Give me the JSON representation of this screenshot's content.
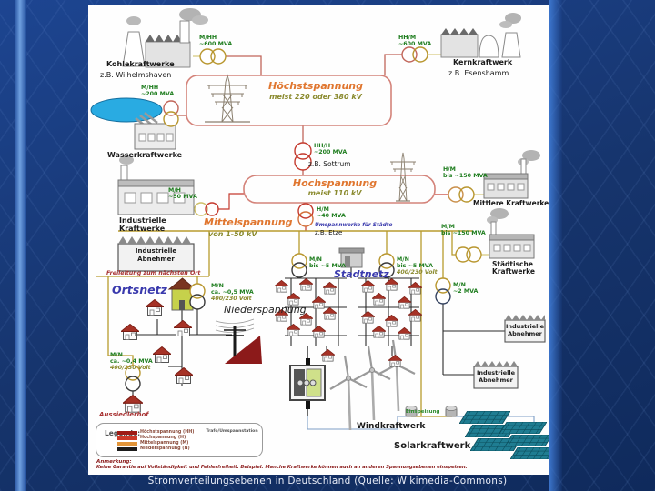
{
  "caption": "Stromverteilungsebenen in Deutschland (Quelle: Wikimedia-Commons)",
  "levels": {
    "hoechstspannung": {
      "title": "Höchstspannung",
      "subtitle": "meist 220 oder 380 kV"
    },
    "hochspannung": {
      "title": "Hochspannung",
      "subtitle": "meist 110 kV"
    },
    "mittelspannung": {
      "title": "Mittelspannung",
      "subtitle": "von 1-50 kV"
    },
    "niederspannung": {
      "title": "Niederspannung"
    }
  },
  "plants": {
    "kohle": {
      "name": "Kohlekraftwerke",
      "example": "z.B. Wilhelmshaven"
    },
    "kern": {
      "name": "Kernkraftwerk",
      "example": "z.B. Esenshamm"
    },
    "wasser": {
      "name": "Wasserkraftwerke"
    },
    "industrielle": {
      "line1": "Industrielle",
      "line2": "Kraftwerke"
    },
    "mittlere": {
      "name": "Mittlere Kraftwerke"
    },
    "staedtische": {
      "line1": "Städtische",
      "line2": "Kraftwerke"
    },
    "wind": {
      "name": "Windkraftwerk"
    },
    "solar": {
      "name": "Solarkraftwerk"
    }
  },
  "consumers": {
    "industrielle_abnehmer": {
      "line1": "Industrielle",
      "line2": "Abnehmer"
    }
  },
  "transformers": {
    "kohle": {
      "ratio": "M/HH",
      "power": "~600 MVA"
    },
    "kern": {
      "ratio": "HH/M",
      "power": "~600 MVA"
    },
    "wasser": {
      "ratio": "M/HH",
      "power": "~200 MVA"
    },
    "sottrum": {
      "ratio": "HH/H",
      "power": "~200 MVA",
      "example": "z.B. Sottrum"
    },
    "industrielle": {
      "ratio": "M/H",
      "power": "~50 MVA"
    },
    "mittlere": {
      "ratio": "H/M",
      "power": "bis ~150 MVA"
    },
    "etze": {
      "ratio": "H/M",
      "power": "~40 MVA",
      "note": "Umspannwerke für Städte",
      "example": "z.B. Etze"
    },
    "staedtische": {
      "ratio": "M/M",
      "power": "bis ~150 MVA"
    },
    "stadtnetz1": {
      "ratio": "M/N",
      "power": "bis ~5 MVA"
    },
    "stadtnetz2": {
      "ratio": "M/N",
      "power": "bis ~5 MVA",
      "voltage": "400/230 Volt"
    },
    "industrieabnehmer": {
      "ratio": "M/N",
      "power": "~2 MVA"
    },
    "ortsnetz": {
      "ratio": "M/N",
      "power": "ca. ~0,5 MVA",
      "voltage": "400/230 Volt"
    },
    "aussiedlerhof": {
      "ratio": "M/N",
      "power": "ca. ~0,4 MVA",
      "voltage": "400/230 Volt"
    }
  },
  "networks": {
    "ortsnetz": "Ortsnetz",
    "stadtnetz": "Stadtnetz",
    "freileitung": "Freileitung zum nächsten Ort",
    "einspeisung": "Einspeisung",
    "aussiedlerhof": "Aussiedlerhof"
  },
  "legend": {
    "title": "Legende:",
    "items": [
      {
        "label": "Höchstspannung (HH)",
        "color": "#9e1b15"
      },
      {
        "label": "Hochspannung (H)",
        "color": "#cd3a2a"
      },
      {
        "label": "Mittelspannung (M)",
        "color": "#e2953a"
      },
      {
        "label": "Niederspannung (N)",
        "color": "#1c1c1c"
      }
    ],
    "trafo_label": "Trafo/Umspannstation"
  },
  "note": {
    "title": "Anmerkung:",
    "text": "Keine Garantie auf Vollständigkeit und Fehlerfreiheit. Beispiel: Manche Kraftwerke können auch an anderen Spannungsebenen einspeisen."
  },
  "colors": {
    "hh_line": "#c1665a",
    "h_line": "#c43a2e",
    "m_line": "#b89b2e",
    "n_line": "#2a2a2a",
    "feed_line": "#7d9ec7",
    "green_label": "#1e7d1e"
  }
}
